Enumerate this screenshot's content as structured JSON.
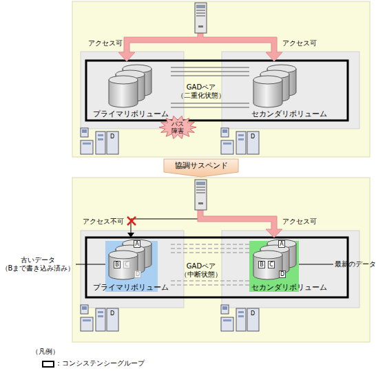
{
  "diagram": {
    "nodes": [
      {
        "text": [
          "プライマリボリューム"
        ]
      },
      {
        "text": [
          "セカンダリボリューム"
        ]
      },
      {
        "text": [
          "パス 障害"
        ]
      },
      {
        "text": [
          "協調サスペンド"
        ]
      },
      {
        "text": [
          "プライマリボリューム"
        ]
      },
      {
        "text": [
          "セカンダリボリューム"
        ]
      }
    ],
    "edges": [
      {
        "from": 0,
        "to": 1,
        "arrow": "none",
        "label": "GADペア （二重化状態）"
      },
      {
        "from": 4,
        "to": 5,
        "arrow": "none",
        "label": "GADペア （中断状態）"
      }
    ],
    "labels": [
      "アクセス可",
      "アクセス可",
      "D",
      "D",
      "アクセス不可",
      "アクセス可",
      "A",
      "B",
      "C",
      "D",
      "A",
      "B",
      "C",
      "D",
      "古いデータ （Bまで書き込み済み）",
      "最新のデータ",
      "D",
      "D",
      "（凡例）"
    ],
    "legend": [
      {
        "text": "：コンシステンシーグループ"
      }
    ]
  }
}
